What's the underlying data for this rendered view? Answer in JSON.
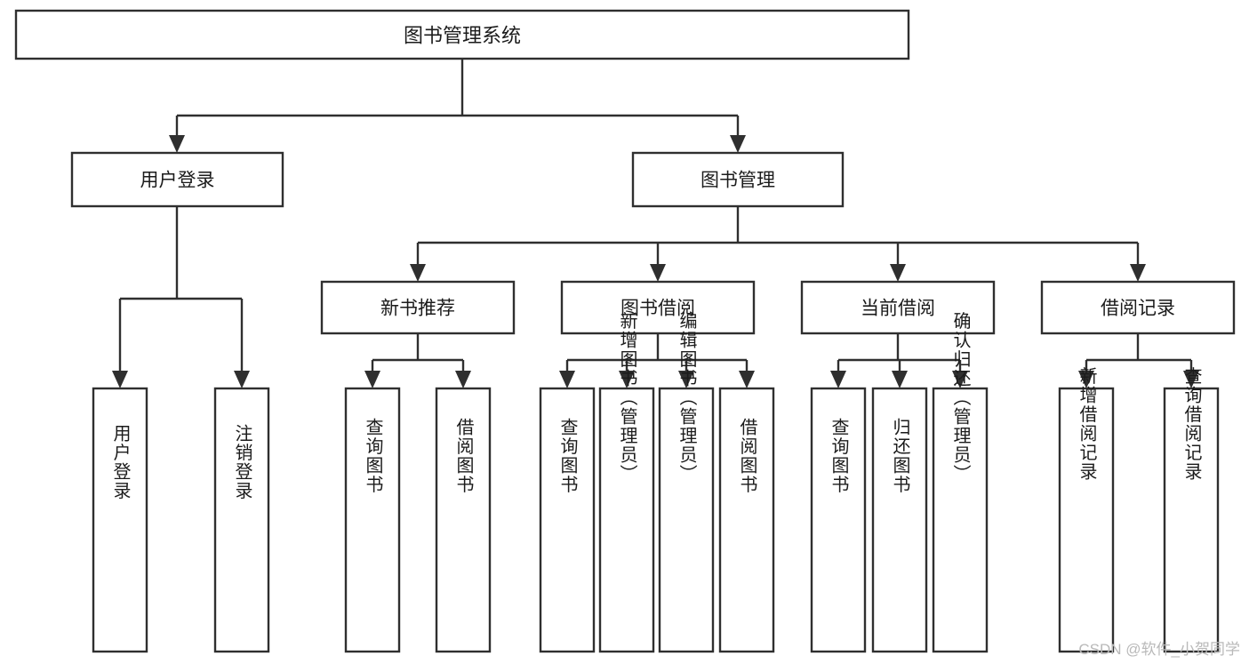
{
  "diagram": {
    "type": "hierarchy-tree",
    "title": "图书管理系统",
    "watermark": "CSDN @软件_小贺同学",
    "colors": {
      "stroke": "#2f2f2f",
      "fill": "#ffffff",
      "text": "#1b1b1b",
      "watermark": "#b9b9b9"
    },
    "levels": {
      "root": {
        "label": "图书管理系统"
      },
      "level2": [
        {
          "id": "user-login",
          "label": "用户登录"
        },
        {
          "id": "book-manage",
          "label": "图书管理"
        }
      ],
      "level3": [
        {
          "id": "new-book-recommend",
          "label": "新书推荐",
          "parent": "book-manage"
        },
        {
          "id": "book-borrow",
          "label": "图书借阅",
          "parent": "book-manage"
        },
        {
          "id": "current-borrow",
          "label": "当前借阅",
          "parent": "book-manage"
        },
        {
          "id": "borrow-record",
          "label": "借阅记录",
          "parent": "book-manage"
        }
      ],
      "leaves": [
        {
          "id": "leaf-user-login",
          "label": "用户登录",
          "parent": "user-login"
        },
        {
          "id": "leaf-logout-login",
          "label": "注销登录",
          "parent": "user-login"
        },
        {
          "id": "leaf-query-book-1",
          "label": "查询图书",
          "parent": "new-book-recommend"
        },
        {
          "id": "leaf-borrow-book-1",
          "label": "借阅图书",
          "parent": "new-book-recommend"
        },
        {
          "id": "leaf-query-book-2",
          "label": "查询图书",
          "parent": "book-borrow"
        },
        {
          "id": "leaf-add-book",
          "label": "新增图书（管理员）",
          "parent": "book-borrow"
        },
        {
          "id": "leaf-edit-book",
          "label": "编辑图书（管理员）",
          "parent": "book-borrow"
        },
        {
          "id": "leaf-borrow-book-2",
          "label": "借阅图书",
          "parent": "book-borrow"
        },
        {
          "id": "leaf-query-book-3",
          "label": "查询图书",
          "parent": "current-borrow"
        },
        {
          "id": "leaf-return-book",
          "label": "归还图书",
          "parent": "current-borrow"
        },
        {
          "id": "leaf-confirm-return",
          "label": "确认归还（管理员）",
          "parent": "current-borrow"
        },
        {
          "id": "leaf-add-record",
          "label": "新增借阅记录",
          "parent": "borrow-record"
        },
        {
          "id": "leaf-query-record",
          "label": "查询借阅记录",
          "parent": "borrow-record"
        }
      ]
    }
  }
}
